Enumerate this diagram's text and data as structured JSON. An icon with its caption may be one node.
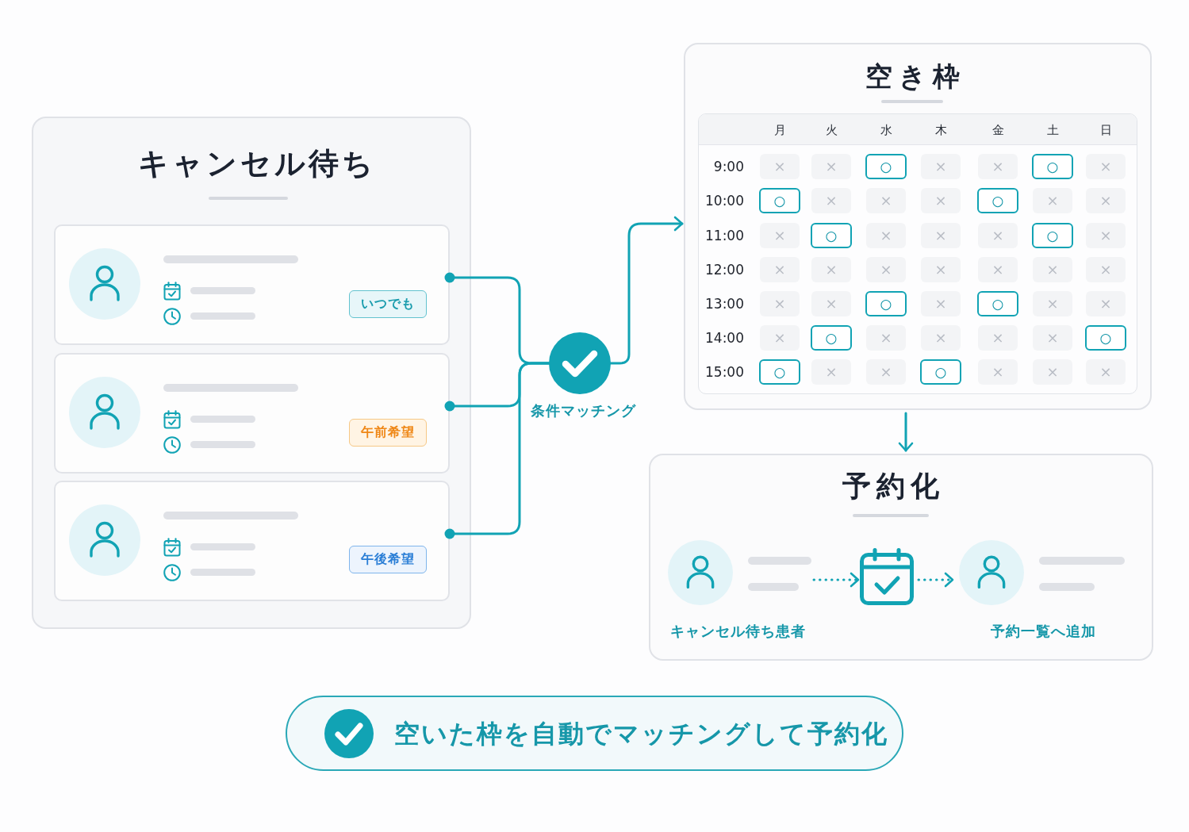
{
  "diagram": {
    "nodes": [
      {
        "text": [
          "キャンセル待ち"
        ]
      },
      {
        "text": [],
        "shape": "box",
        "in": 0
      },
      {
        "text": [
          "いつでも"
        ],
        "in": 1
      },
      {
        "text": [],
        "shape": "box",
        "in": 0
      },
      {
        "text": [
          "午前希望"
        ],
        "in": 3
      },
      {
        "text": [],
        "shape": "box",
        "in": 0
      },
      {
        "text": [
          "午後希望"
        ],
        "in": 5
      },
      {
        "text": [],
        "shape": "circle",
        "beside": [
          "条件マッチング"
        ]
      },
      {
        "text": [
          "空き枠"
        ]
      },
      {
        "text": [
          "予約化"
        ]
      },
      {
        "text": [],
        "shape": "circle",
        "in": 9,
        "beside": [
          "キャンセル待ち患者"
        ]
      },
      {
        "text": [],
        "shape": "picture",
        "in": 9
      },
      {
        "text": [],
        "shape": "circle",
        "in": 9,
        "beside": [
          "予約一覧へ追加"
        ]
      },
      {
        "text": [
          "空いた枠を自動でマッチングして予約化"
        ]
      }
    ],
    "edges": [
      {
        "from": 1,
        "to": 7,
        "arrow": "other"
      },
      {
        "from": 3,
        "to": 7,
        "arrow": "other"
      },
      {
        "from": 5,
        "to": 7,
        "arrow": "other"
      },
      {
        "from": 7,
        "to": 8,
        "arrow": "to"
      },
      {
        "from": 8,
        "to": 9,
        "arrow": "to"
      },
      {
        "from": 10,
        "to": 11,
        "arrow": "to",
        "style": "dashed"
      },
      {
        "from": 11,
        "to": 12,
        "arrow": "to",
        "style": "dashed"
      }
    ],
    "labels": [
      "月",
      "火",
      "水",
      "木",
      "金",
      "土",
      "日",
      "9:00",
      "×",
      "×",
      "○",
      "×",
      "×",
      "○",
      "×",
      "10:00",
      "○",
      "×",
      "×",
      "×",
      "○",
      "×",
      "×",
      "11:00",
      "×",
      "○",
      "×",
      "×",
      "×",
      "○",
      "×",
      "12:00",
      "×",
      "×",
      "×",
      "×",
      "×",
      "×",
      "×",
      "13:00",
      "×",
      "×",
      "○",
      "×",
      "○",
      "×",
      "×",
      "14:00",
      "×",
      "○",
      "×",
      "×",
      "×",
      "×",
      "○",
      "15:00",
      "○",
      "×",
      "×",
      "○",
      "×",
      "×",
      "×"
    ]
  }
}
